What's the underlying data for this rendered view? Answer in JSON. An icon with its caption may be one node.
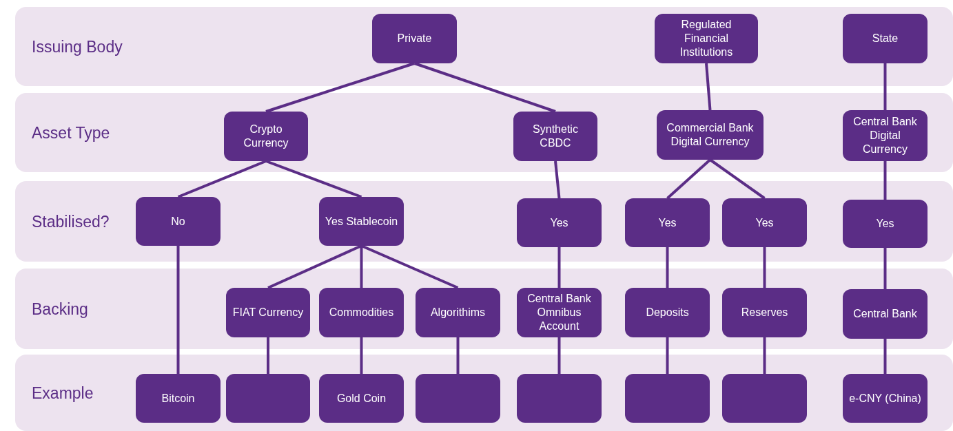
{
  "diagram": {
    "nodes": [
      {
        "text": [
          "Issuing Body"
        ]
      },
      {
        "text": [
          "Private"
        ],
        "in": 0
      },
      {
        "text": [
          "Regulated Financial Institutions"
        ],
        "in": 0
      },
      {
        "text": [
          "State"
        ],
        "in": 0
      },
      {
        "text": [
          "Asset Type"
        ]
      },
      {
        "text": [
          "Crypto Currency"
        ],
        "in": 4
      },
      {
        "text": [
          "Synthetic CBDC"
        ],
        "in": 4
      },
      {
        "text": [
          "Commercial Bank Digital Currency"
        ],
        "in": 4
      },
      {
        "text": [
          "Central Bank Digital Currency"
        ],
        "in": 4
      },
      {
        "text": [
          "Stabilised?"
        ]
      },
      {
        "text": [
          "No"
        ],
        "in": 9
      },
      {
        "text": [
          "Yes Stablecoin"
        ],
        "in": 9
      },
      {
        "text": [
          "Yes"
        ],
        "in": 9
      },
      {
        "text": [
          "Yes"
        ],
        "in": 9
      },
      {
        "text": [
          "Yes"
        ],
        "in": 9
      },
      {
        "text": [
          "Yes"
        ],
        "in": 9
      },
      {
        "text": [
          "Backing"
        ]
      },
      {
        "text": [
          "FIAT Currency"
        ],
        "in": 16
      },
      {
        "text": [
          "Commodities"
        ],
        "in": 16
      },
      {
        "text": [
          "Algorithims"
        ],
        "in": 16
      },
      {
        "text": [
          "Central Bank Omnibus Account"
        ],
        "in": 16
      },
      {
        "text": [
          "Deposits"
        ],
        "in": 16
      },
      {
        "text": [
          "Reserves"
        ],
        "in": 16
      },
      {
        "text": [
          "Central Bank"
        ],
        "in": 16
      },
      {
        "text": [
          "Example"
        ]
      },
      {
        "text": [
          "Bitcoin"
        ],
        "in": 24
      },
      {
        "text": [],
        "shape": "box",
        "in": 24
      },
      {
        "text": [
          "Gold Coin"
        ],
        "in": 24
      },
      {
        "text": [],
        "shape": "box",
        "in": 24
      },
      {
        "text": [],
        "shape": "box",
        "in": 24
      },
      {
        "text": [],
        "shape": "box",
        "in": 24
      },
      {
        "text": [],
        "shape": "box",
        "in": 24
      },
      {
        "text": [
          "e-CNY (China)"
        ],
        "in": 24
      }
    ],
    "edges": [
      {
        "from": 1,
        "to": 5,
        "arrow": "none"
      },
      {
        "from": 1,
        "to": 6,
        "arrow": "none"
      },
      {
        "from": 2,
        "to": 7,
        "arrow": "none"
      },
      {
        "from": 3,
        "to": 8,
        "arrow": "none"
      },
      {
        "from": 5,
        "to": 10,
        "arrow": "none"
      },
      {
        "from": 5,
        "to": 11,
        "arrow": "none"
      },
      {
        "from": 6,
        "to": 12,
        "arrow": "none"
      },
      {
        "from": 7,
        "to": 13,
        "arrow": "none"
      },
      {
        "from": 7,
        "to": 14,
        "arrow": "none"
      },
      {
        "from": 8,
        "to": 15,
        "arrow": "none"
      },
      {
        "from": 10,
        "to": 25,
        "arrow": "none"
      },
      {
        "from": 11,
        "to": 17,
        "arrow": "none"
      },
      {
        "from": 11,
        "to": 18,
        "arrow": "none"
      },
      {
        "from": 11,
        "to": 19,
        "arrow": "none"
      },
      {
        "from": 12,
        "to": 20,
        "arrow": "none"
      },
      {
        "from": 13,
        "to": 21,
        "arrow": "none"
      },
      {
        "from": 14,
        "to": 22,
        "arrow": "none"
      },
      {
        "from": 15,
        "to": 23,
        "arrow": "none"
      },
      {
        "from": 17,
        "to": 26,
        "arrow": "none"
      },
      {
        "from": 18,
        "to": 27,
        "arrow": "none"
      },
      {
        "from": 19,
        "to": 28,
        "arrow": "none"
      },
      {
        "from": 20,
        "to": 29,
        "arrow": "none"
      },
      {
        "from": 21,
        "to": 30,
        "arrow": "none"
      },
      {
        "from": 22,
        "to": 31,
        "arrow": "none"
      },
      {
        "from": 23,
        "to": 32,
        "arrow": "none"
      }
    ]
  }
}
